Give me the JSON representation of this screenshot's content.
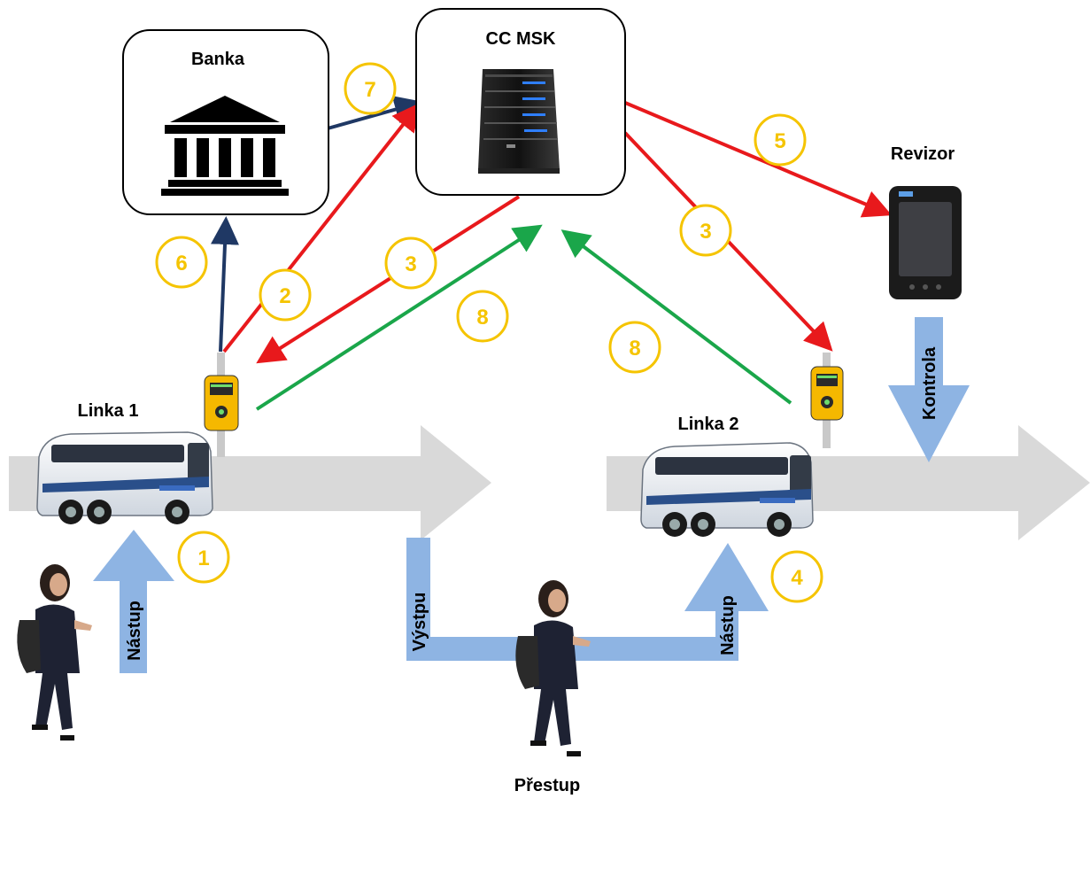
{
  "nodes": {
    "bank": "Banka",
    "center": "CC MSK",
    "inspector": "Revizor",
    "line1": "Linka 1",
    "line2": "Linka 2",
    "transfer": "Přestup"
  },
  "arrow_labels": {
    "boarding1": "Nástup",
    "exit": "Výstpu",
    "boarding2": "Nástup",
    "check": "Kontrola"
  },
  "steps": {
    "s1": "1",
    "s2": "2",
    "s3a": "3",
    "s3b": "3",
    "s4": "4",
    "s5": "5",
    "s6": "6",
    "s7": "7",
    "s8a": "8",
    "s8b": "8"
  },
  "colors": {
    "request": "#e8191c",
    "confirm": "#1aa64a",
    "bank_flow": "#1f3864",
    "badge": "#f5c400",
    "flow_gray": "#d9d9d9",
    "flow_blue": "#8eb4e3"
  }
}
